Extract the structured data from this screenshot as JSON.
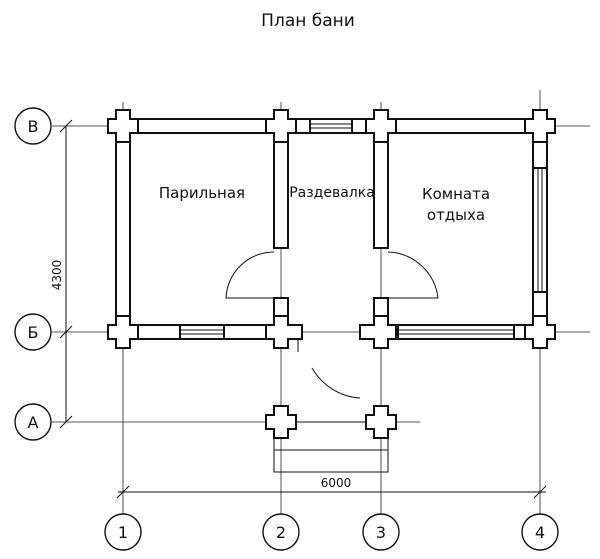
{
  "title": "План бани",
  "rooms": [
    {
      "id": "steam",
      "name": "Парильная"
    },
    {
      "id": "changing",
      "name": "Раздевалка"
    },
    {
      "id": "rest_line1",
      "name": "Комната"
    },
    {
      "id": "rest_line2",
      "name": "отдыха"
    }
  ],
  "axes_vertical": [
    "1",
    "2",
    "3",
    "4"
  ],
  "axes_horizontal": [
    "В",
    "Б",
    "А"
  ],
  "dimensions": {
    "height": "4300",
    "width": "6000"
  }
}
